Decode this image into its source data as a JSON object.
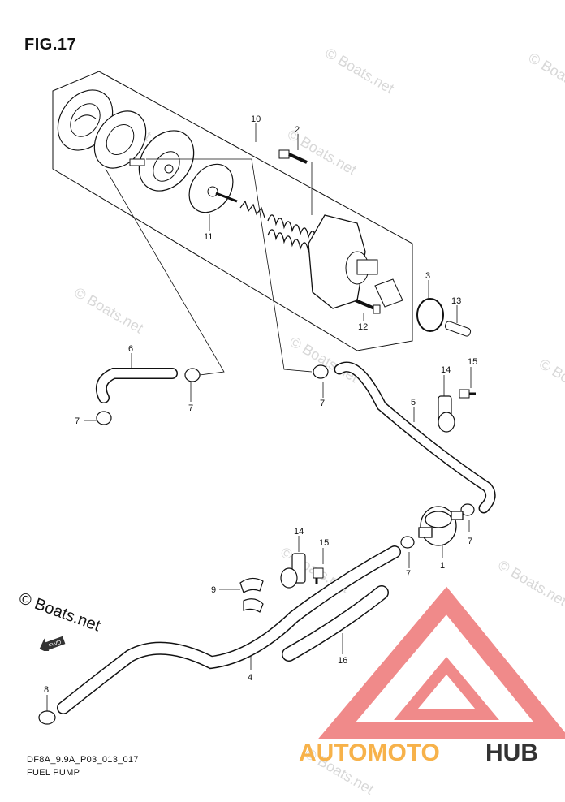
{
  "figure": {
    "title": "FIG.17",
    "code": "DF8A_9.9A_P03_013_017",
    "caption": "FUEL PUMP"
  },
  "copyright": "© Boats.net",
  "watermark": "© Boats.net",
  "fwd_label": "FWD",
  "logo": {
    "word1": "AUTOMOTO",
    "word2": "HUB",
    "color_primary": "#f08a8a",
    "color_secondary": "#f7b24a",
    "color_dark": "#333333"
  },
  "parts": [
    {
      "ref": "1"
    },
    {
      "ref": "2"
    },
    {
      "ref": "3"
    },
    {
      "ref": "4"
    },
    {
      "ref": "5"
    },
    {
      "ref": "6"
    },
    {
      "ref": "7"
    },
    {
      "ref": "8"
    },
    {
      "ref": "9"
    },
    {
      "ref": "10"
    },
    {
      "ref": "11"
    },
    {
      "ref": "12"
    },
    {
      "ref": "13"
    },
    {
      "ref": "14"
    },
    {
      "ref": "15"
    },
    {
      "ref": "16"
    }
  ]
}
